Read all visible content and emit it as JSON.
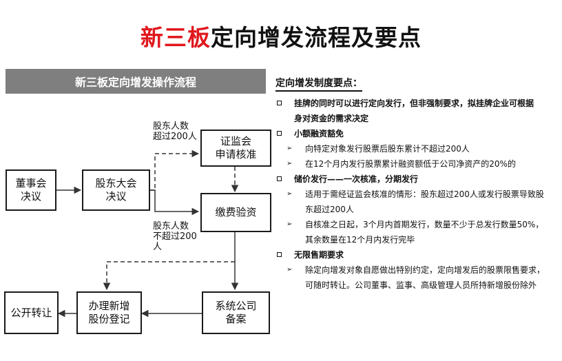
{
  "title": {
    "red": "新三板",
    "black": "定向增发流程及要点"
  },
  "flow": {
    "header": "新三板定向增发操作流程",
    "boxes": {
      "board": "董事会\n决议",
      "shareholders": "股东大会\n决议",
      "csrc": "证监会\n申请核准",
      "payment": "缴费验资",
      "filing": "系统公司\n备案",
      "registration": "办理新增\n股份登记",
      "transfer": "公开转让"
    },
    "notes": {
      "over": "股东人数\n超过200人",
      "under": "股东人数\n不超过200\n人"
    }
  },
  "points": {
    "heading": "定向增发制度要点：",
    "items": [
      {
        "level": 1,
        "text": "挂牌的同时可以进行定向发行，但非强制要求，拟挂牌企业可根据"
      },
      {
        "level": 1,
        "text": "身对资金的需求决定",
        "cont": true
      },
      {
        "level": 1,
        "text": "小额融资豁免"
      },
      {
        "level": 2,
        "text": "向特定对象发行股票后股东累计不超过200人"
      },
      {
        "level": 2,
        "text": "在12个月内发行股票累计融资额低于公司净资产的20%的"
      },
      {
        "level": 1,
        "text": "储价发行——一次核准，分期发行"
      },
      {
        "level": 2,
        "text": "适用于需经证监会核准的情形：股东超过200人或发行股票导致股"
      },
      {
        "level": 2,
        "text": "东超过200人",
        "cont": true
      },
      {
        "level": 2,
        "text": "自核准之日起，3个月内首期发行，数量不少于总发行数量50%，"
      },
      {
        "level": 2,
        "text": "其余数量在12个月内发行完毕",
        "cont": true
      },
      {
        "level": 1,
        "text": "无限售期要求"
      },
      {
        "level": 2,
        "text": "除定向增发对象自愿做出特别约定，定向增发后的股票限售要求，"
      },
      {
        "level": 2,
        "text": "可随时转让。公司董事、监事、高级管理人员所持新增股份除外",
        "cont": true
      }
    ]
  }
}
